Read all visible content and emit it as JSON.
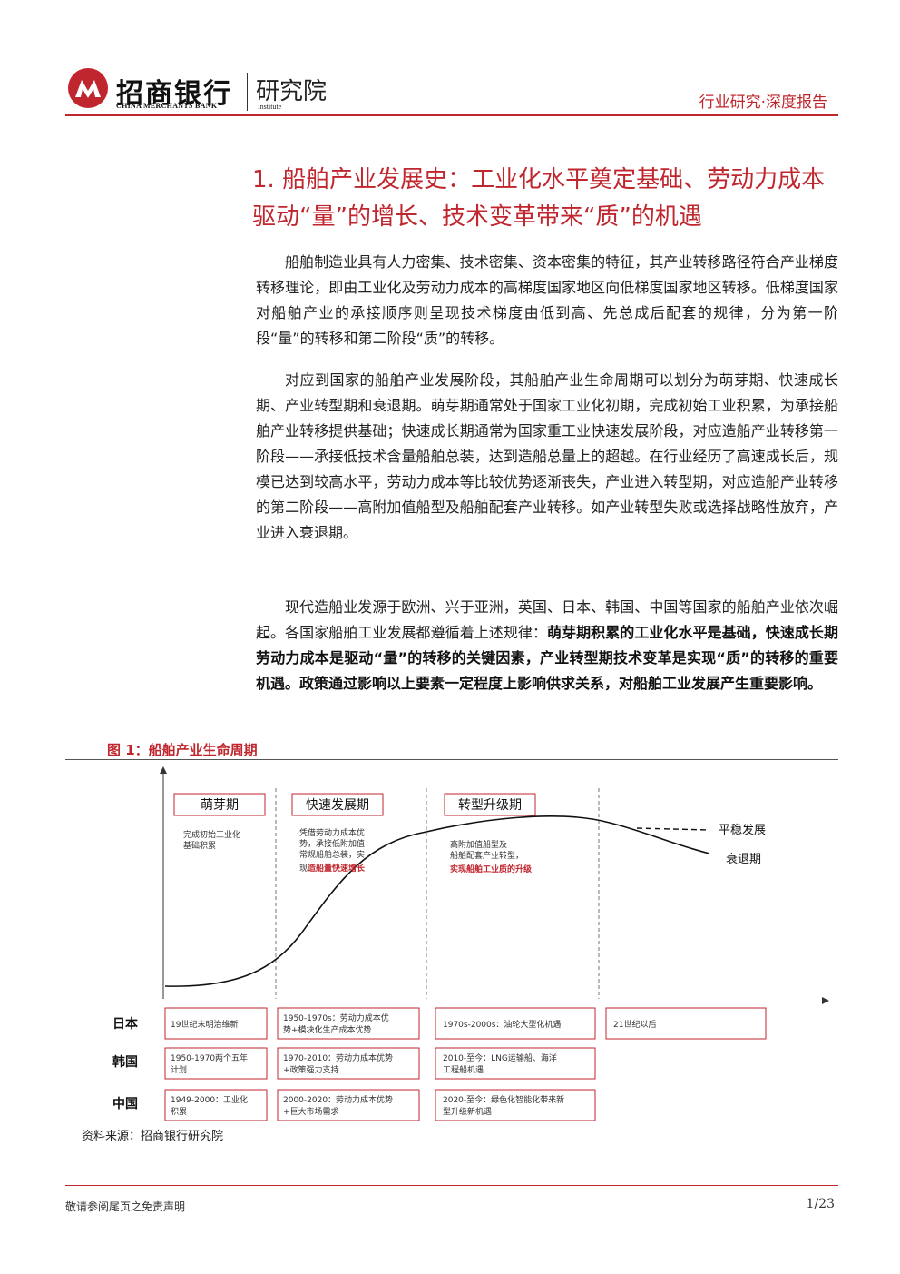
{
  "header": {
    "bank_name_cn": "招商银行",
    "bank_name_en": "CHINA MERCHANTS BANK",
    "institute_cn": "研究院",
    "institute_en": "Institute",
    "report_type": "行业研究·深度报告",
    "brand_color": "#c0262d"
  },
  "section": {
    "title": "1. 船舶产业发展史：工业化水平奠定基础、劳动力成本驱动“量”的增长、技术变革带来“质”的机遇"
  },
  "paragraphs": {
    "p1": "船舶制造业具有人力密集、技术密集、资本密集的特征，其产业转移路径符合产业梯度转移理论，即由工业化及劳动力成本的高梯度国家地区向低梯度国家地区转移。低梯度国家对船舶产业的承接顺序则呈现技术梯度由低到高、先总成后配套的规律，分为第一阶段“量”的转移和第二阶段“质”的转移。",
    "p2": "对应到国家的船舶产业发展阶段，其船舶产业生命周期可以划分为萌芽期、快速成长期、产业转型期和衰退期。萌芽期通常处于国家工业化初期，完成初始工业积累，为承接船舶产业转移提供基础；快速成长期通常为国家重工业快速发展阶段，对应造船产业转移第一阶段——承接低技术含量船舶总装，达到造船总量上的超越。在行业经历了高速成长后，规模已达到较高水平，劳动力成本等比较优势逐渐丧失，产业进入转型期，对应造船产业转移的第二阶段——高附加值船型及船舶配套产业转移。如产业转型失败或选择战略性放弃，产业进入衰退期。",
    "p3_normal": "现代造船业发源于欧洲、兴于亚洲，英国、日本、韩国、中国等国家的船舶产业依次崛起。各国家船舶工业发展都遵循着上述规律：",
    "p3_bold": "萌芽期积累的工业化水平是基础，快速成长期劳动力成本是驱动“量”的转移的关键因素，产业转型期技术变革是实现“质”的转移的重要机遇。政策通过影响以上要素一定程度上影响供求关系，对船舶工业发展产生重要影响。"
  },
  "figure": {
    "title": "图 1：船舶产业生命周期",
    "source": "资料来源：招商银行研究院",
    "stages": [
      {
        "label": "萌芽期",
        "desc": [
          "完成初始工业化",
          "基础积累"
        ],
        "desc_red": ""
      },
      {
        "label": "快速发展期",
        "desc": [
          "凭借劳动力成本优",
          "势，承接低附加值",
          "常规船舶总装，实",
          "现"
        ],
        "desc_red": "造船量快速增长"
      },
      {
        "label": "转型升级期",
        "desc": [
          "高附加值船型及",
          "船舶配套产业转型，"
        ],
        "desc_red": "实现船舶工业质的升级"
      }
    ],
    "end_labels": {
      "stable": "平稳发展",
      "decline": "衰退期"
    },
    "countries": [
      {
        "name": "日本",
        "cells": [
          "19世纪末明治维新",
          "1950-1970s：劳动力成本优势+模块化生产成本优势",
          "1970s-2000s：油轮大型化机遇",
          "21世纪以后"
        ]
      },
      {
        "name": "韩国",
        "cells": [
          "1950-1970两个五年计划",
          "1970-2010：劳动力成本优势+政策强力支持",
          "2010-至今：LNG运输船、海洋工程船机遇",
          ""
        ]
      },
      {
        "name": "中国",
        "cells": [
          "1949-2000：工业化积累",
          "2000-2020：劳动力成本优势+巨大市场需求",
          "2020-至今：绿色化智能化带来新型升级新机遇",
          ""
        ]
      }
    ]
  },
  "footer": {
    "note": "敬请参阅尾页之免责声明",
    "page": "1/23"
  }
}
